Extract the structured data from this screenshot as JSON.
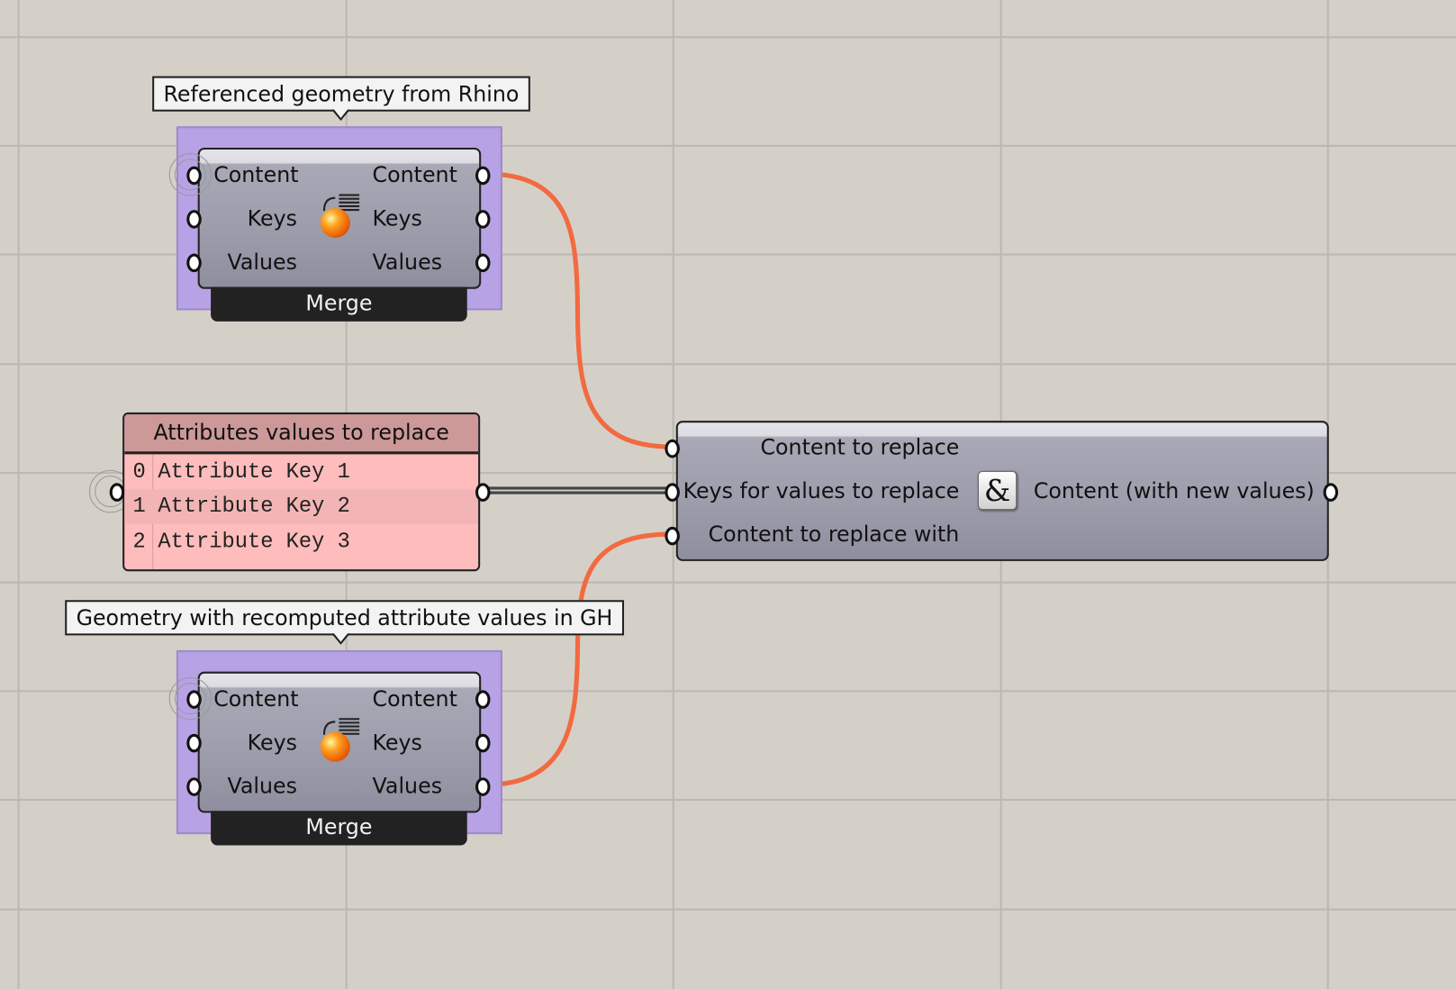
{
  "canvas": {
    "wire_color": "#f26a40",
    "group_color": "#b8a2e6",
    "panel_color": "#ffbcbc"
  },
  "merge_top": {
    "tooltip": "Referenced geometry from Rhino",
    "inputs": [
      "Content",
      "Keys",
      "Values"
    ],
    "outputs": [
      "Content",
      "Keys",
      "Values"
    ],
    "name": "Merge",
    "icon": "merge-sphere-icon"
  },
  "merge_bottom": {
    "tooltip": "Geometry with recomputed attribute values in GH",
    "inputs": [
      "Content",
      "Keys",
      "Values"
    ],
    "outputs": [
      "Content",
      "Keys",
      "Values"
    ],
    "name": "Merge",
    "icon": "merge-sphere-icon"
  },
  "panel": {
    "title": "Attributes values to replace",
    "rows": [
      {
        "index": "0",
        "value": "Attribute Key 1"
      },
      {
        "index": "1",
        "value": "Attribute Key 2"
      },
      {
        "index": "2",
        "value": "Attribute Key 3"
      }
    ]
  },
  "replace": {
    "inputs": [
      "Content to replace",
      "Keys for values to replace",
      "Content to replace with"
    ],
    "output": "Content (with new values)",
    "icon_glyph": "&"
  }
}
